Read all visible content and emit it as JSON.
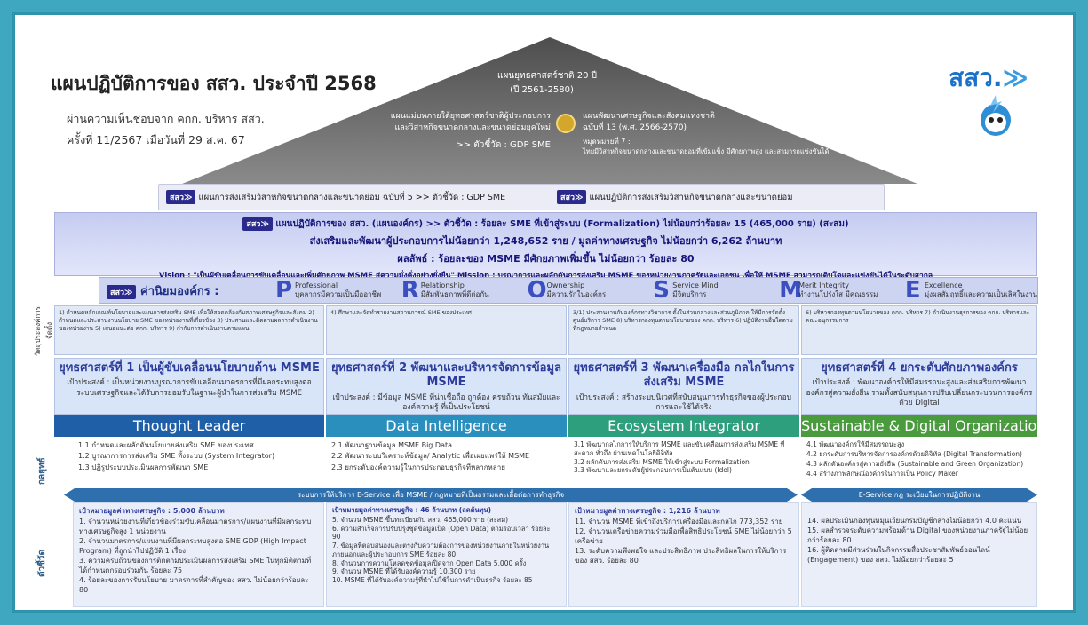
{
  "page": {
    "title": "แผนปฏิบัติการของ สสว. ประจำปี 2568",
    "sub1": "ผ่านความเห็นชอบจาก คกก. บริหาร สสว.",
    "sub2": "ครั้งที่ 11/2567 เมื่อวันที่ 29 ส.ค. 67"
  },
  "logo": {
    "text": "สสว.",
    "arrows": "≫"
  },
  "roof": {
    "l1": "แผนยุทธศาสตร์ชาติ 20 ปี",
    "l2": "(ปี 2561-2580)",
    "left1": "แผนแม่บทภายใต้ยุทธศาสตร์ชาติผู้ประกอบการ",
    "left2": "และวิสาหกิจขนาดกลางและขนาดย่อมยุคใหม่",
    "left3": ">> ตัวชี้วัด : GDP SME",
    "right1": "แผนพัฒนาเศรษฐกิจและสังคมแห่งชาติ",
    "right2": "ฉบับที่ 13 (พ.ศ. 2566-2570)",
    "right3": "หมุดหมายที่ 7 :",
    "right4": "ไทยมีวิสาหกิจขนาดกลางและขนาดย่อมที่เข้มแข็ง มีศักยภาพสูง และสามารถแข่งขันได้"
  },
  "beam": {
    "tag": "สสว≫",
    "left": "แผนการส่งเสริมวิสาหกิจขนาดกลางและขนาดย่อม ฉบับที่ 5 >> ตัวชี้วัด : GDP SME",
    "right": "แผนปฏิบัติการส่งเสริมวิสาหกิจขนาดกลางและขนาดย่อม"
  },
  "band": {
    "l1": "แผนปฏิบัติการของ สสว. (แผนองค์กร) >> ตัวชี้วัด : ร้อยละ SME ที่เข้าสู่ระบบ (Formalization) ไม่น้อยกว่าร้อยละ 15 (465,000 ราย) (สะสม)",
    "l2": "ส่งเสริมและพัฒนาผู้ประกอบการไม่น้อยกว่า 1,248,652 ราย / มูลค่าทางเศรษฐกิจ ไม่น้อยกว่า 6,262 ล้านบาท",
    "l3": "ผลลัพธ์ : ร้อยละของ MSME มีศักยภาพเพิ่มขึ้น ไม่น้อยกว่า ร้อยละ 80",
    "l4": "Vision : \"เป็นผู้ขับเคลื่อนการขับเคลื่อนและเพิ่มศักยภาพ MSME สู่ความมั่งคั่งอย่างยั่งยืน\"   Mission : บูรณาการและผลักดันการส่งเสริม MSME ของหน่วยงานภาครัฐและเอกชน เพื่อให้ MSME สามารถเติบโตและแข่งขันได้ในระดับสากล"
  },
  "values": {
    "label": "ค่านิยมองค์กร :",
    "items": [
      {
        "letter": "P",
        "en": "Professional",
        "th": "บุคลากรมีความเป็นมืออาชีพ"
      },
      {
        "letter": "R",
        "en": "Relationship",
        "th": "มีสัมพันธภาพที่ดีต่อกัน"
      },
      {
        "letter": "O",
        "en": "Ownership",
        "th": "มีความรักในองค์กร"
      },
      {
        "letter": "S",
        "en": "Service Mind",
        "th": "มีจิตบริการ"
      },
      {
        "letter": "M",
        "en": "Merit Integrity",
        "th": "ทำงานโปร่งใส มีคุณธรรม"
      },
      {
        "letter": "E",
        "en": "Excellence",
        "th": "มุ่งผลสัมฤทธิ์และความเป็นเลิศในงาน"
      }
    ]
  },
  "side": {
    "obj": "วัตถุประสงค์การจัดตั้ง",
    "plan": "กลยุทธ์",
    "ind": "ตัวชี้วัด"
  },
  "objectives": [
    "1) กำหนดหลักเกณฑ์นโยบายและแผนการส่งเสริม SME เพื่อให้สอดคล้องกับสภาพเศรษฐกิจและสังคม 2) กำหนดและประสานงานนโยบาย SME ของหน่วยงานที่เกี่ยวข้อง 3) ประสานและติดตามผลการดำเนินงานของหน่วยงาน 5) เสนอแนะต่อ คกก. บริหาร 9) กำกับการดำเนินงานตามแผน",
    "4) ศึกษาและจัดทำรายงานสถานการณ์ SME ของประเทศ",
    "3/1) ประสานงานกับองค์กรทางวิชาการ ตั้งในส่วนกลางและส่วนภูมิภาค ให้มีการจัดตั้งศูนย์บริการ SME 8) บริหารกองทุนตามนโยบายของ คกก. บริหาร 6) ปฏิบัติงานอื่นใดตามที่กฎหมายกำหนด",
    "6) บริหารกองทุนตามนโยบายของ คกก. บริหาร 7) ดำเนินงานธุรการของ คกก. บริหารและคณะอนุกรรมการ"
  ],
  "strategies": [
    {
      "title": "ยุทธศาสตร์ที่ 1 เป็นผู้ขับเคลื่อนนโยบายด้าน MSME",
      "purpose": "เป้าประสงค์ : เป็นหน่วยงานบูรณาการขับเคลื่อนมาตรการที่มีผลกระทบสูงต่อระบบเศรษฐกิจและได้รับการยอมรับในฐานะผู้นำในการส่งเสริม MSME",
      "en": "Thought Leader",
      "plans": [
        "1.1 กำหนดและผลักดันนโยบายส่งเสริม SME ของประเทศ",
        "1.2 บูรณาการการส่งเสริม SME ทั้งระบบ (System Integrator)",
        "1.3 ปฏิรูประบบประเมินผลการพัฒนา SME"
      ]
    },
    {
      "title": "ยุทธศาสตร์ที่ 2 พัฒนาและบริหารจัดการข้อมูล MSME",
      "purpose": "เป้าประสงค์ : มีข้อมูล MSME ที่น่าเชื่อถือ ถูกต้อง ครบถ้วน ทันสมัยและองค์ความรู้ ที่เป็นประโยชน์",
      "en": "Data Intelligence",
      "plans": [
        "2.1 พัฒนาฐานข้อมูล MSME Big Data",
        "2.2 พัฒนาระบบวิเคราะห์ข้อมูล/ Analytic เพื่อเผยแพร่ให้ MSME",
        "2.3 ยกระดับองค์ความรู้ในการประกอบธุรกิจที่หลากหลาย"
      ]
    },
    {
      "title": "ยุทธศาสตร์ที่ 3 พัฒนาเครื่องมือ กลไกในการส่งเสริม MSME",
      "purpose": "เป้าประสงค์ : สร้างระบบนิเวศที่สนับสนุนการทำธุรกิจของผู้ประกอบการและใช้ได้จริง",
      "en": "Ecosystem Integrator",
      "plans": [
        "3.1 พัฒนากลไกการให้บริการ MSME และขับเคลื่อนการส่งเสริม MSME ที่สะดวก ทั่วถึง ผ่านเทคโนโลยีดิจิทัล",
        "3.2 ผลักดันการส่งเสริม MSME ให้เข้าสู่ระบบ Formalization",
        "3.3 พัฒนาและยกระดับผู้ประกอบการเป็นต้นแบบ (Idol)"
      ]
    },
    {
      "title": "ยุทธศาสตร์ที่ 4 ยกระดับศักยภาพองค์กร",
      "purpose": "เป้าประสงค์ : พัฒนาองค์กรให้มีสมรรถนะสูงและส่งเสริมการพัฒนาองค์กรสู่ความยั่งยืน รวมทั้งสนับสนุนการปรับเปลี่ยนกระบวนการองค์กรด้วย Digital",
      "en": "Sustainable & Digital Organization",
      "plans": [
        "4.1 พัฒนาองค์กรให้มีสมรรถนะสูง",
        "4.2 ยกระดับการบริหารจัดการองค์กรด้วยดิจิทัล (Digital Transformation)",
        "4.3 ผลักดันองค์กรสู่ความยั่งยืน (Sustainable and Green Organization)",
        "4.4 สร้างภาพลักษณ์องค์กรในการเป็น Policy Maker"
      ]
    }
  ],
  "arrows": {
    "left": "ระบบการให้บริการ E-Service เพื่อ MSME / กฎหมายที่เป็นธรรมและเอื้อต่อการทำธุรกิจ",
    "right": "E-Service กฎ ระเบียบในการปฏิบัติงาน"
  },
  "indicators": [
    {
      "target": "เป้าหมายมูลค่าทางเศรษฐกิจ : 5,000 ล้านบาท",
      "items": [
        "1. จำนวนหน่วยงานที่เกี่ยวข้องร่วมขับเคลื่อนมาตรการ/แผนงานที่มีผลกระทบทางเศรษฐกิจสูง 1 หน่วยงาน",
        "2. จำนวนมาตรการ/แผนงานที่มีผลกระทบสูงต่อ SME GDP (High Impact Program) ที่ถูกนำไปปฏิบัติ 1 เรื่อง",
        "3. ความครบถ้วนของการติดตามประเมินผลการส่งเสริม SME ในทุกมิติตามที่ได้กำหนดกรอบร่วมกัน ร้อยละ 75",
        "4. ร้อยละของการรับนโยบาย มาตรการที่สำคัญของ สสว. ไม่น้อยกว่าร้อยละ 80"
      ]
    },
    {
      "target": "เป้าหมายมูลค่าทางเศรษฐกิจ : 46 ล้านบาท (ลดต้นทุน)",
      "items": [
        "5. จำนวน MSME ขึ้นทะเบียนกับ สสว. 465,000 ราย (สะสม)",
        "6. ความสำเร็จการปรับปรุงชุดข้อมูลเปิด (Open Data) ตามรอบเวลา ร้อยละ 90",
        "7. ข้อมูลที่ตอบสนองและตรงกับความต้องการของหน่วยงานภายในหน่วยงานภายนอกและผู้ประกอบการ SME ร้อยละ 80",
        "8. จำนวนการความโหลดชุดข้อมูลเปิดจาก Open Data 5,000 ครั้ง",
        "9. จำนวน MSME ที่ได้รับองค์ความรู้ 10,300 ราย",
        "10. MSME ที่ได้รับองค์ความรู้ที่นำไปใช้ในการดำเนินธุรกิจ ร้อยละ 85"
      ]
    },
    {
      "target": "เป้าหมายมูลค่าทางเศรษฐกิจ : 1,216 ล้านบาท",
      "items": [
        "11. จำนวน MSME ที่เข้าถึงบริการเครื่องมือและกลไก 773,352 ราย",
        "12. จำนวนเครือข่ายความร่วมมือเพื่อสิทธิประโยชน์ SME ไม่น้อยกว่า 5 เครือข่าย",
        "13. ระดับความพึงพอใจ และประสิทธิภาพ ประสิทธิผลในการให้บริการของ สสว. ร้อยละ 80"
      ]
    },
    {
      "target": "",
      "items": [
        "14. ผลประเมินกองทุนหมุนเวียนกรมบัญชีกลางไม่น้อยกว่า 4.0 คะแนน",
        "15. ผลสำรวจระดับความพร้อมด้าน Digital ของหน่วยงานภาครัฐไม่น้อยกว่าร้อยละ 80",
        "16. ผู้ติดตามมีส่วนร่วมในกิจกรรมสื่อประชาสัมพันธ์ออนไลน์ (Engagement) ของ สสว. ไม่น้อยกว่าร้อยละ 5"
      ]
    }
  ],
  "colors": {
    "s1": "#1f5fa8",
    "s2": "#2b8fbe",
    "s3": "#2d9f7c",
    "s4": "#4a9a3e"
  }
}
